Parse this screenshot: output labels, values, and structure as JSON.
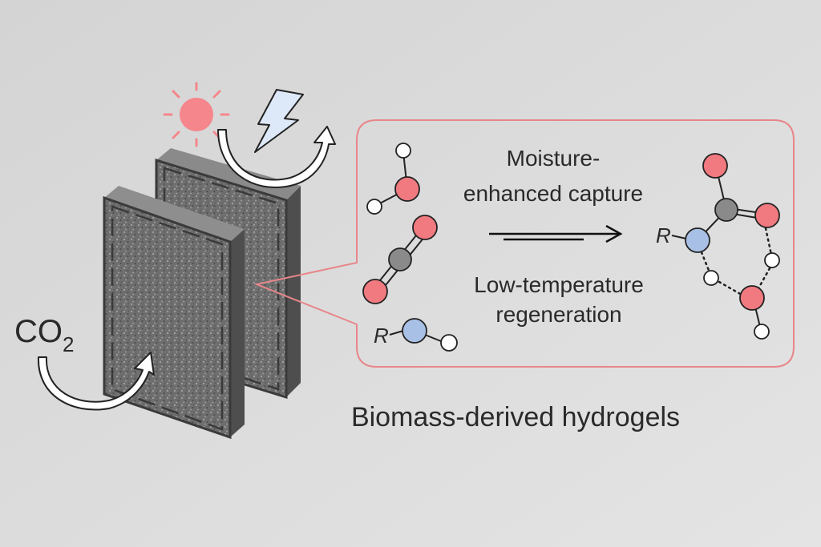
{
  "labels": {
    "co2_main": "CO",
    "co2_sub": "2",
    "moisture_line1": "Moisture-",
    "moisture_line2": "enhanced capture",
    "regen_line1": "Low-temperature",
    "regen_line2": "regeneration",
    "title": "Biomass-derived hydrogels",
    "r_group_left": "R",
    "r_group_right": "R"
  },
  "colors": {
    "background": "#dcdcdc",
    "oxygen": "#f07a80",
    "nitrogen": "#a8c0e6",
    "carbon": "#8a8a8a",
    "hydrogen": "#ffffff",
    "callout_border": "#e8868a",
    "sun": "#f4868c",
    "lightning": "#dde8f8",
    "hydrogel": "#6e6e6e"
  }
}
